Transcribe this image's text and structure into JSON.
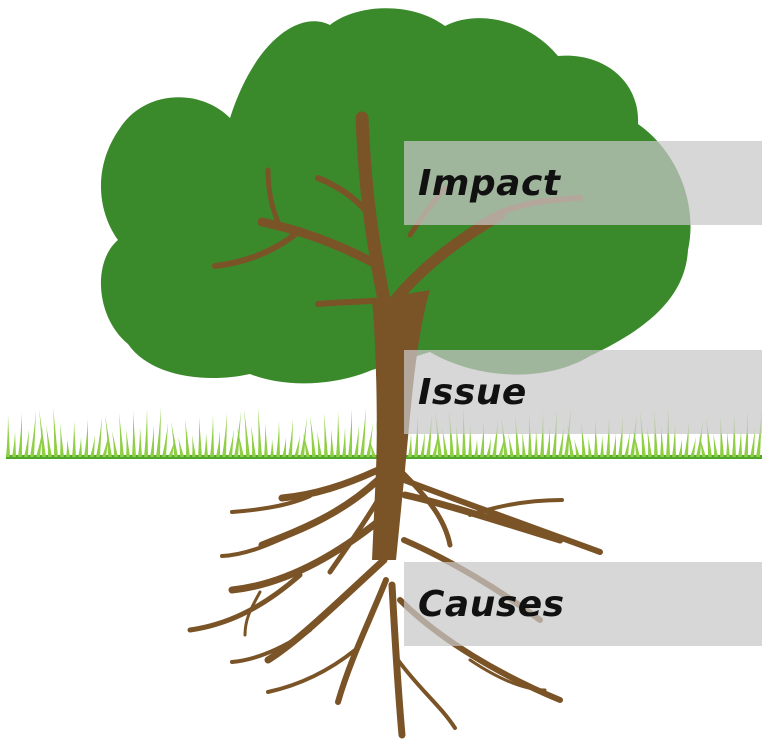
{
  "diagram": {
    "type": "problem-tree",
    "labels": {
      "top": "Impact",
      "middle": "Issue",
      "bottom": "Causes"
    }
  },
  "colors": {
    "canopy": "#3a8a2c",
    "trunk": "#7a5427",
    "grass": "#8fce45",
    "grass_dark": "#4fa82a",
    "label_band": "#c8c8c8",
    "label_text": "#111111"
  }
}
